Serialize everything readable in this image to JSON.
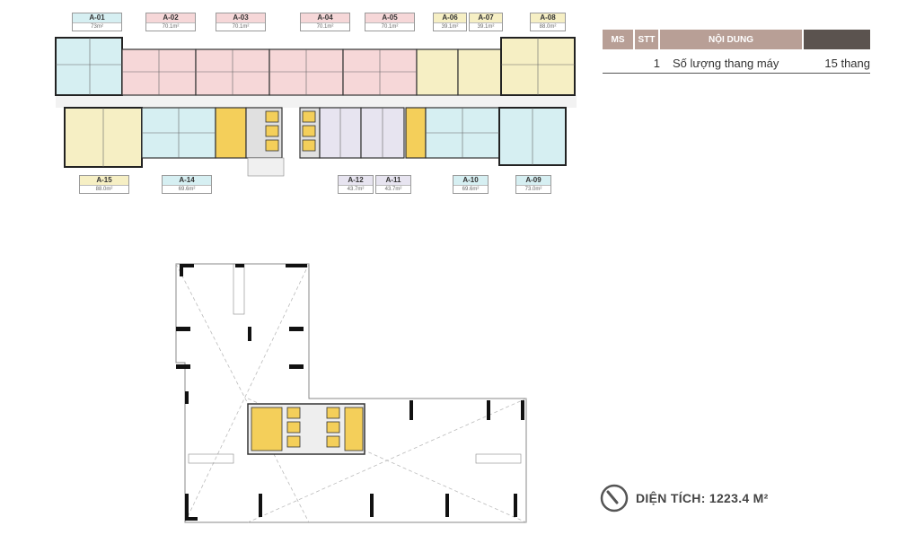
{
  "upper_plan": {
    "units_top": [
      {
        "code": "A-01",
        "area": "73m²",
        "tint": "blue"
      },
      {
        "code": "A-02",
        "area": "70.1m²",
        "tint": "pink"
      },
      {
        "code": "A-03",
        "area": "70.1m²",
        "tint": "pink"
      },
      {
        "code": "A-04",
        "area": "70.1m²",
        "tint": "pink"
      },
      {
        "code": "A-05",
        "area": "70.1m²",
        "tint": "pink"
      },
      {
        "code": "A-06",
        "area": "39.1m²",
        "tint": "yellow"
      },
      {
        "code": "A-07",
        "area": "39.1m²",
        "tint": "yellow"
      },
      {
        "code": "A-08",
        "area": "88.0m²",
        "tint": "yellow"
      }
    ],
    "units_bottom": [
      {
        "code": "A-15",
        "area": "88.0m²",
        "tint": "yellow"
      },
      {
        "code": "A-14",
        "area": "69.6m²",
        "tint": "blue"
      },
      {
        "code": "A-12",
        "area": "43.7m²",
        "tint": "lilac"
      },
      {
        "code": "A-11",
        "area": "43.7m²",
        "tint": "lilac"
      },
      {
        "code": "A-10",
        "area": "69.6m²",
        "tint": "blue"
      },
      {
        "code": "A-09",
        "area": "73.0m²",
        "tint": "blue"
      }
    ]
  },
  "table": {
    "headers": {
      "ms": "MS",
      "stt": "STT",
      "content": "NỘI DUNG"
    },
    "rows": [
      {
        "stt": "1",
        "content": "Số lượng thang máy",
        "value": "15 thang"
      }
    ]
  },
  "area_label": "DIỆN TÍCH: 1223.4 M²",
  "colors": {
    "blue_unit": "#d6eff2",
    "pink_unit": "#f6d7d8",
    "yellow_unit": "#f6efc4",
    "lilac_unit": "#e7e4f0",
    "core_yellow": "#f4cf5a",
    "header_brown": "#b89f96",
    "header_dark": "#5b534f"
  }
}
